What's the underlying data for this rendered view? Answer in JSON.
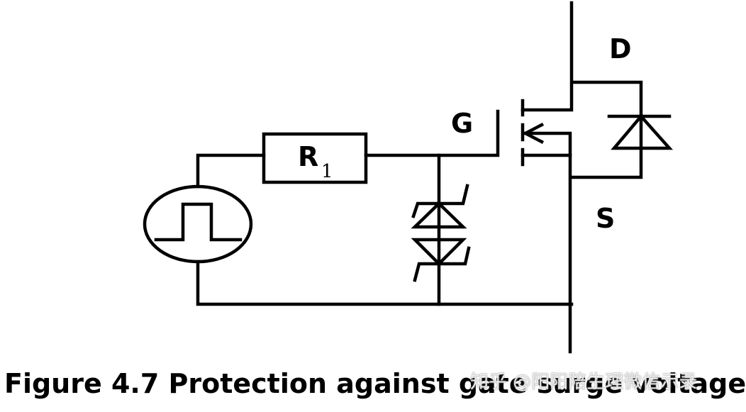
{
  "figure": {
    "caption": "Figure 4.7 Protection against gate surge voltage",
    "watermark": "知乎 @阳阳陪生理微信示录"
  },
  "circuit": {
    "labels": {
      "drain": "D",
      "gate": "G",
      "source": "S",
      "resistor_main": "R",
      "resistor_sub": "1"
    },
    "components": [
      {
        "id": "pulse-source",
        "type": "pulse voltage source"
      },
      {
        "id": "gate-resistor",
        "type": "resistor",
        "label": "R1"
      },
      {
        "id": "back-to-back-zener",
        "type": "bidirectional zener diode pair"
      },
      {
        "id": "mosfet",
        "type": "N-channel MOSFET",
        "terminals": [
          "D",
          "G",
          "S"
        ]
      },
      {
        "id": "body-diode",
        "type": "body diode"
      }
    ]
  }
}
